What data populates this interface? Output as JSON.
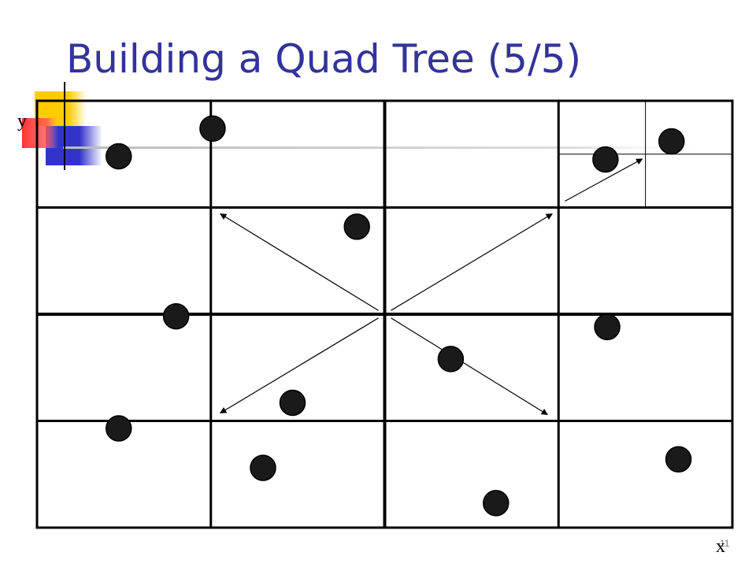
{
  "slide": {
    "title": "Building a Quad Tree (5/5)",
    "page_number": "11"
  },
  "axes": {
    "x_label": "x",
    "y_label": "y"
  },
  "colors": {
    "title": "#333399",
    "deco_yellow": "#ffcc00",
    "deco_blue": "#3333cc",
    "deco_red": "#ff3333",
    "grid": "#000000",
    "point": "#1a1a1a"
  },
  "quadtree": {
    "grid": "4x4",
    "subdivided_cell": "top-right",
    "arrows_from": "center",
    "points": [
      {
        "x": 0.47,
        "y": 3.48
      },
      {
        "x": 1.01,
        "y": 3.74
      },
      {
        "x": 0.8,
        "y": 1.98
      },
      {
        "x": 1.84,
        "y": 2.82
      },
      {
        "x": 1.47,
        "y": 1.17
      },
      {
        "x": 0.47,
        "y": 0.93
      },
      {
        "x": 1.3,
        "y": 0.56
      },
      {
        "x": 2.38,
        "y": 1.58
      },
      {
        "x": 2.64,
        "y": 0.23
      },
      {
        "x": 3.27,
        "y": 3.45
      },
      {
        "x": 3.65,
        "y": 3.62
      },
      {
        "x": 3.28,
        "y": 1.88
      },
      {
        "x": 3.69,
        "y": 0.64
      }
    ]
  }
}
